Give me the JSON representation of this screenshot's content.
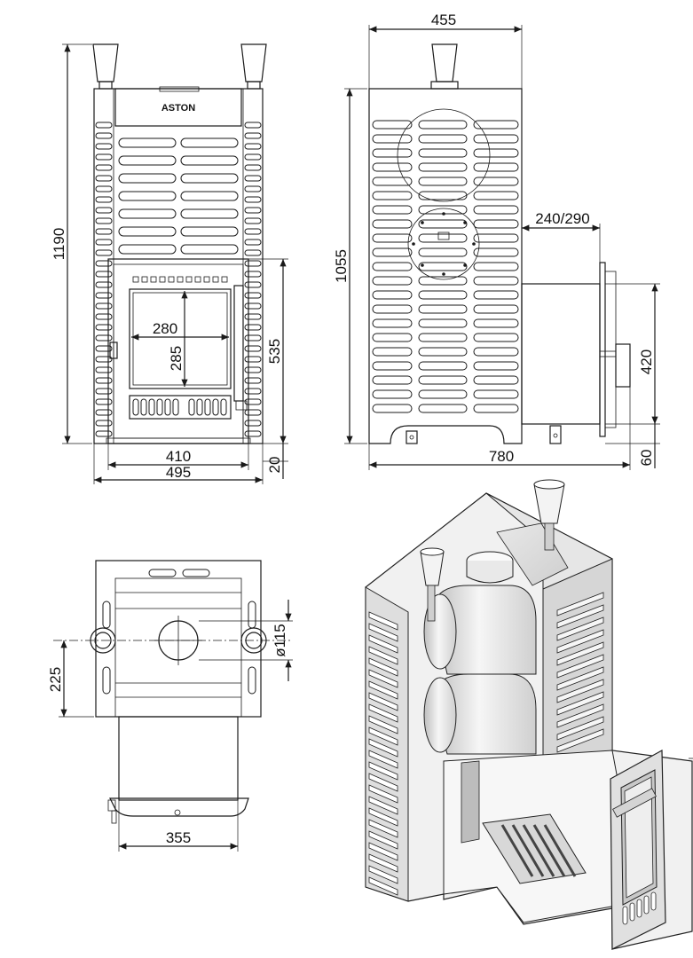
{
  "brand": "ASTON",
  "front_view": {
    "height_total": "1190",
    "glass_width": "280",
    "glass_height": "285",
    "door_height": "535",
    "inner_width": "410",
    "outer_width": "495",
    "base_gap": "20"
  },
  "side_view": {
    "top_width": "455",
    "body_height": "1055",
    "tank_offset": "240/290",
    "door_height": "420",
    "total_depth": "780",
    "base_gap": "60"
  },
  "top_view": {
    "pipe_diameter": "ø115",
    "offset": "225",
    "tank_width": "355"
  }
}
